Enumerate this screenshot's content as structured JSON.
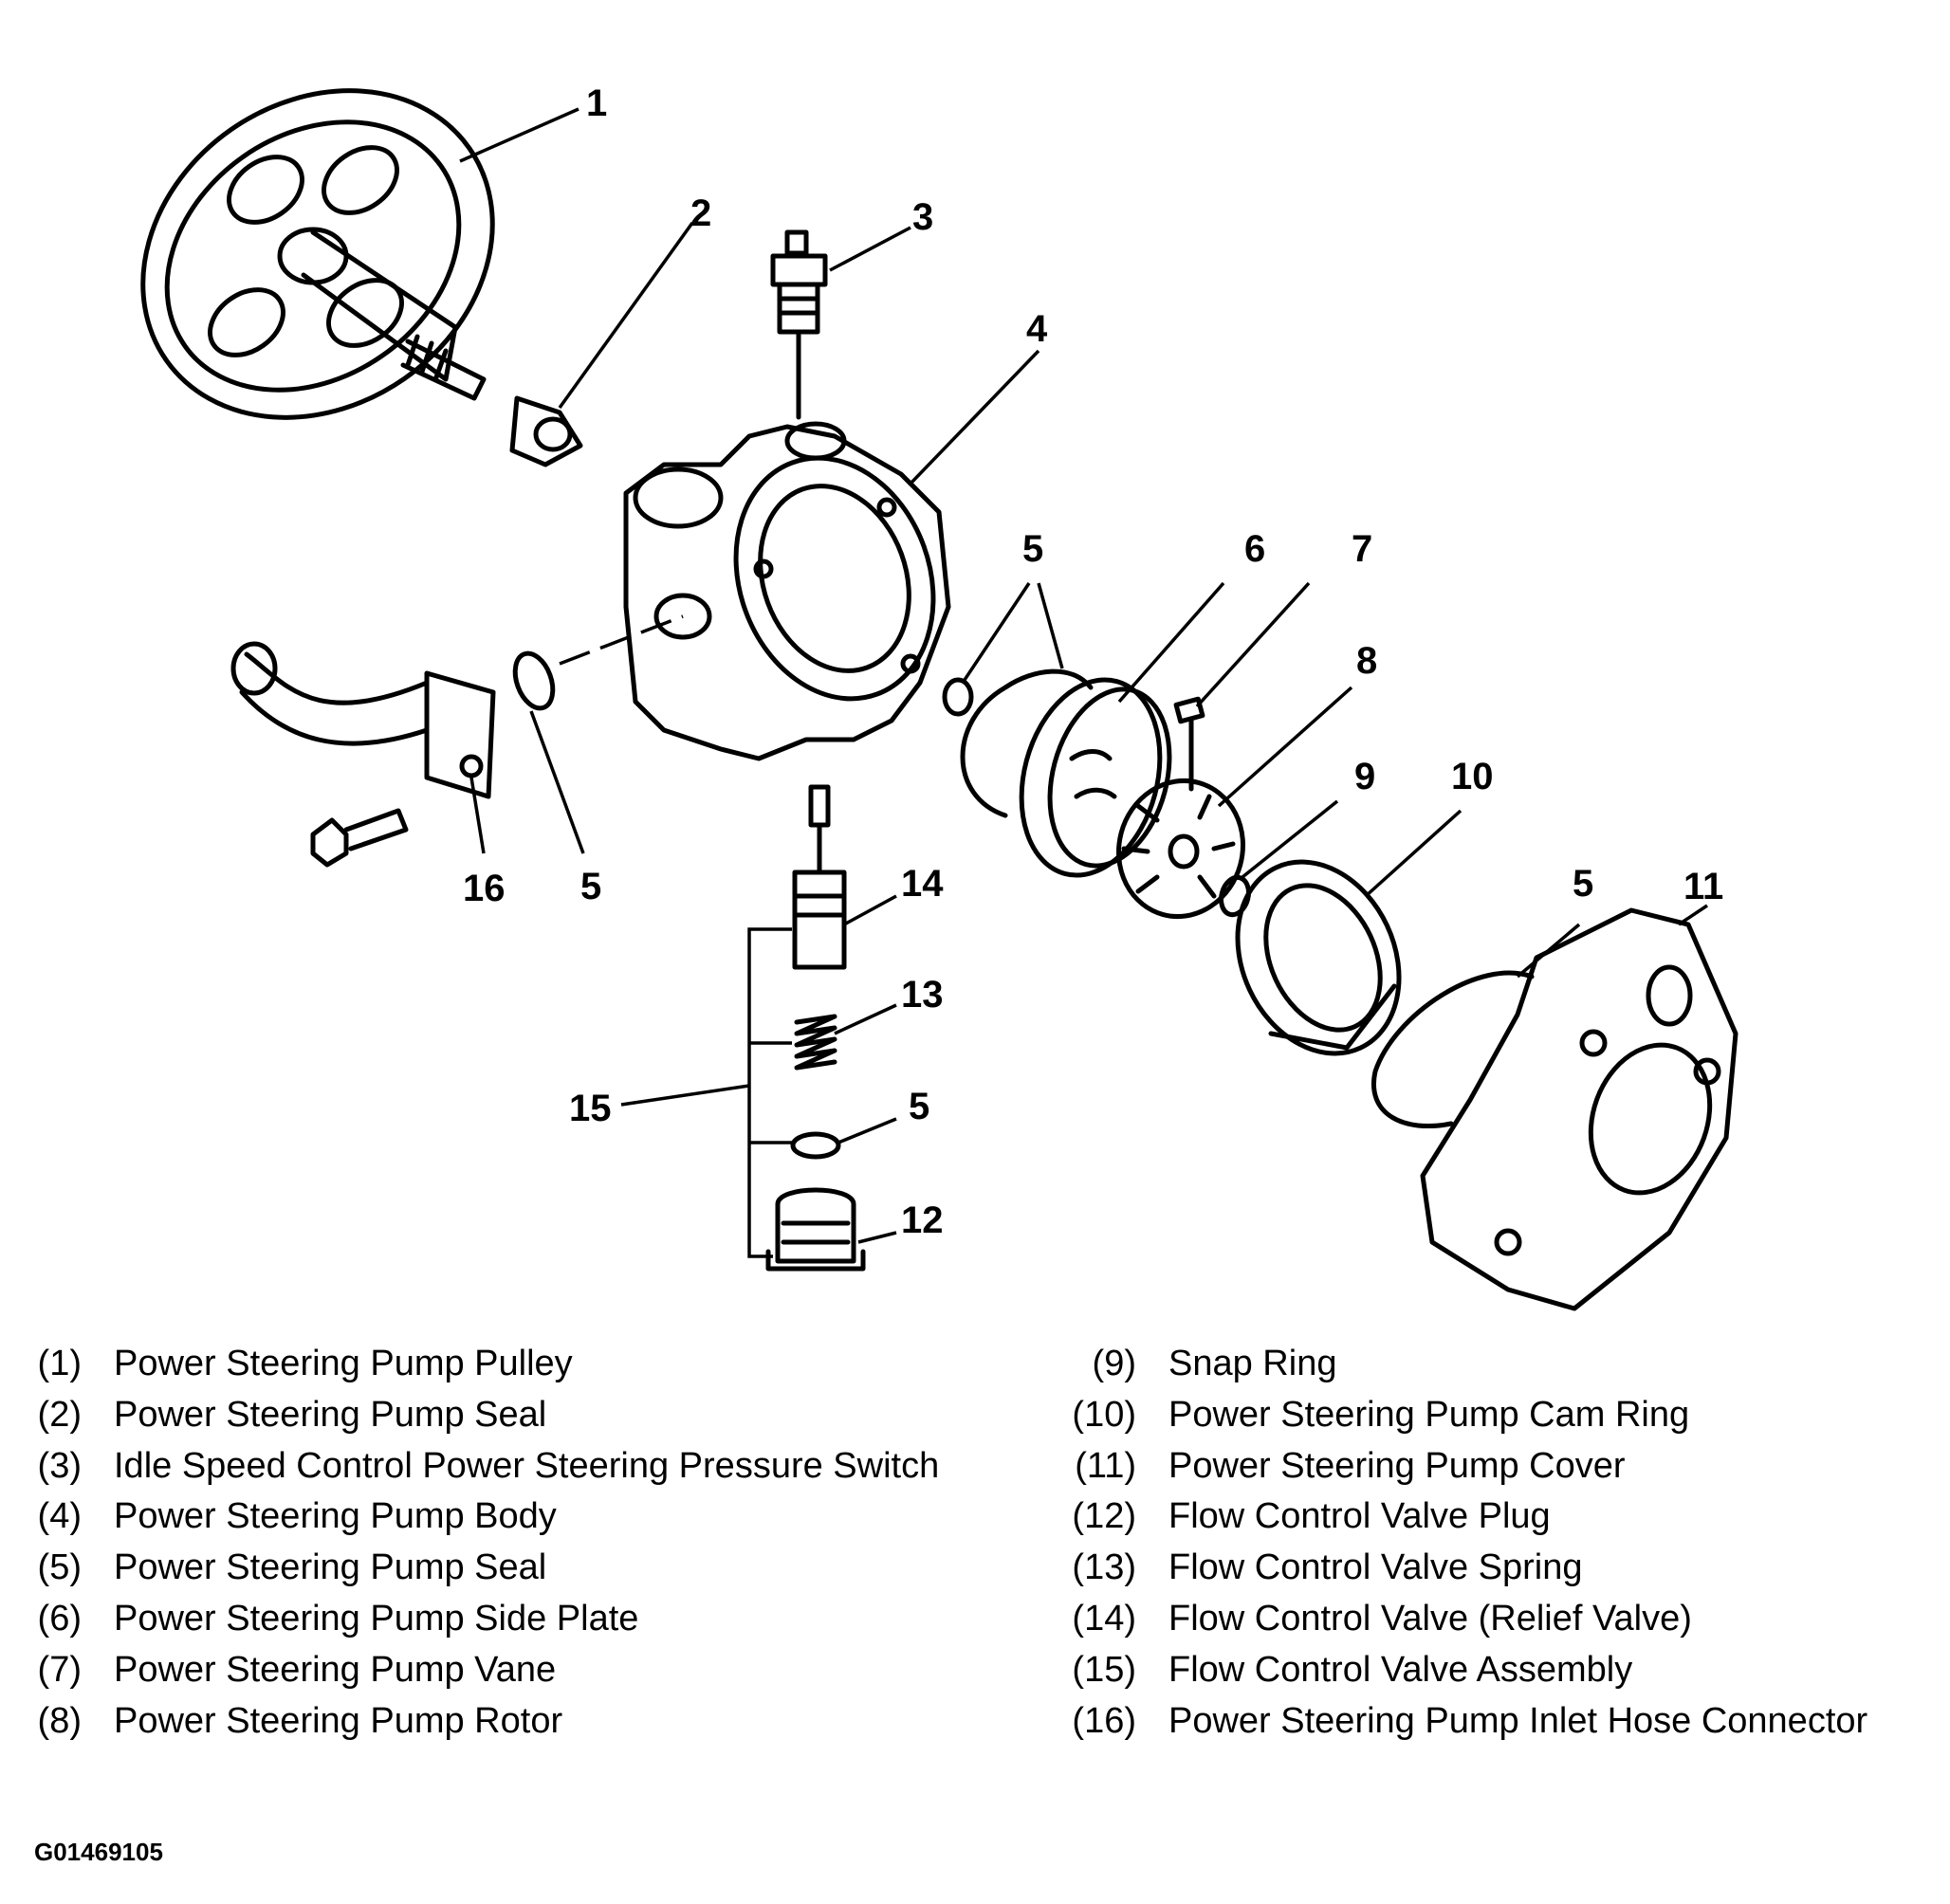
{
  "callouts": {
    "c1": "1",
    "c2": "2",
    "c3": "3",
    "c4": "4",
    "c5a": "5",
    "c5b": "5",
    "c5c": "5",
    "c5d": "5",
    "c6": "6",
    "c7": "7",
    "c8": "8",
    "c9": "9",
    "c10": "10",
    "c11": "11",
    "c12": "12",
    "c13": "13",
    "c14": "14",
    "c15": "15",
    "c16": "16"
  },
  "legend_left": [
    {
      "num": "(1)",
      "text": "Power Steering Pump Pulley"
    },
    {
      "num": "(2)",
      "text": "Power Steering Pump Seal"
    },
    {
      "num": "(3)",
      "text": "Idle Speed Control Power Steering Pressure Switch"
    },
    {
      "num": "(4)",
      "text": "Power Steering Pump Body"
    },
    {
      "num": "(5)",
      "text": "Power Steering Pump Seal"
    },
    {
      "num": "(6)",
      "text": "Power Steering Pump Side Plate"
    },
    {
      "num": "(7)",
      "text": "Power Steering Pump Vane"
    },
    {
      "num": "(8)",
      "text": "Power Steering Pump Rotor"
    }
  ],
  "legend_right": [
    {
      "num": "(9)",
      "text": "Snap Ring"
    },
    {
      "num": "(10)",
      "text": "Power Steering Pump Cam Ring"
    },
    {
      "num": "(11)",
      "text": "Power Steering Pump Cover"
    },
    {
      "num": "(12)",
      "text": "Flow Control Valve Plug"
    },
    {
      "num": "(13)",
      "text": "Flow Control Valve Spring"
    },
    {
      "num": "(14)",
      "text": "Flow Control Valve (Relief Valve)"
    },
    {
      "num": "(15)",
      "text": "Flow Control Valve Assembly"
    },
    {
      "num": "(16)",
      "text": "Power Steering Pump Inlet Hose Connector"
    }
  ],
  "figure_id": "G01469105"
}
